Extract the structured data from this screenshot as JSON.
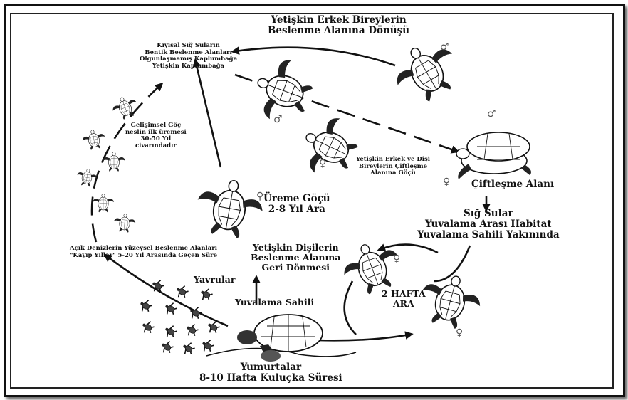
{
  "labels": {
    "male_return": [
      "Yetişkin Erkek Bireylerin",
      "Beslenme Alanına Dönüşü"
    ],
    "benthic": [
      "Kıyısal Sığ Suların",
      "Bentik Beslenme Alanları",
      "Olgunlaşmamış Kaplumbağa",
      "Yetişkin Kaplumbağa"
    ],
    "maturity": [
      "Gelişimsel Göç",
      "neslin ilk üremesi",
      "30-50 Yıl",
      "civarındadır"
    ],
    "mating_migration": [
      "Yetişkin Erkek ve Dişi",
      "Bireylerin Çiftleşme",
      "Alanına Göçü"
    ],
    "mating_area": "Çiftleşme Alanı",
    "breeding_migration": [
      "Üreme Göçü",
      "2-8 Yıl Ara"
    ],
    "shallow_water": [
      "Sığ Sular",
      "Yuvalama Arası Habitat",
      "Yuvalama Sahili Yakınında"
    ],
    "lost_years": [
      "Açık Denizlerin Yüzeysel Beslenme Alanları",
      "\"Kayıp Yıllar\" 5-20 Yıl Arasında Geçen Süre"
    ],
    "female_return": [
      "Yetişkin Dişilerin",
      "Beslenme Alanına",
      "Geri Dönmesi"
    ],
    "hatchlings": "Yavrular",
    "nesting_beach": "Yuvalama Sahili",
    "two_weeks": [
      "2 HAFTA",
      "ARA"
    ],
    "eggs": [
      "Yumurtalar",
      "8-10 Hafta Kuluçka Süresi"
    ]
  },
  "symbols": {
    "male": "♂",
    "female": "♀"
  }
}
